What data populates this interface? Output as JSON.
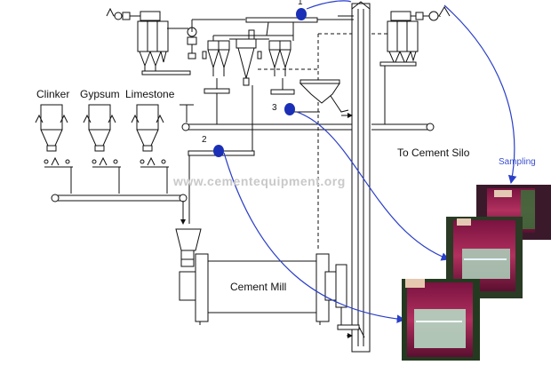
{
  "labels": {
    "clinker": "Clinker",
    "gypsum": "Gypsum",
    "limestone": "Limestone",
    "cement_mill": "Cement Mill",
    "to_cement_silo": "To Cement Silo",
    "sampling": "Sampling",
    "watermark": "www.cementequipment.org"
  },
  "points": [
    "1",
    "2",
    "3"
  ],
  "colors": {
    "line": "#111111",
    "sample_point": "#1a2fb5",
    "sampling_arrow": "#2b3fc8",
    "sampling_text": "#3a4fd0",
    "watermark": "#c9c9c9",
    "bag_red": "#9a1c4a",
    "bag_green": "#2f5a2a"
  }
}
